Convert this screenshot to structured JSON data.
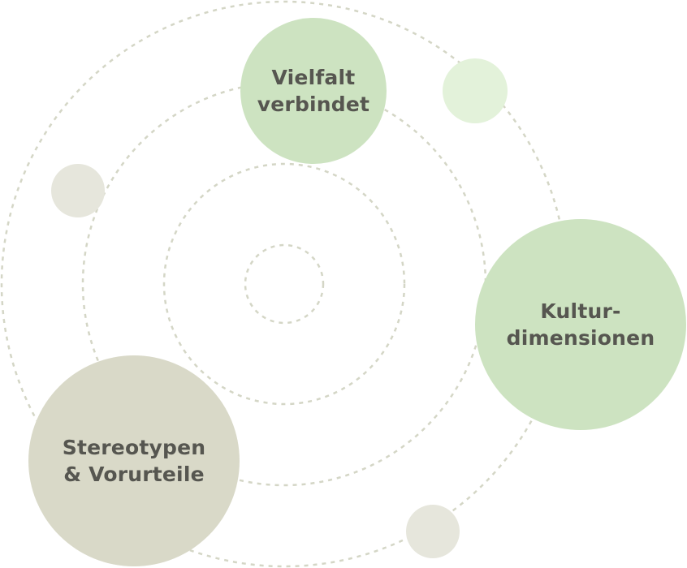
{
  "diagram": {
    "topics": [
      {
        "id": "vielfalt",
        "label": "Vielfalt\nverbindet",
        "color": "#cde3c1"
      },
      {
        "id": "kultur",
        "label": "Kultur-\ndimensionen",
        "color": "#cde3c1"
      },
      {
        "id": "stereotypen",
        "label": "Stereotypen\n& Vorurteile",
        "color": "#d9d9c8"
      }
    ],
    "decorations": {
      "light_green": "#e3f2da",
      "light_gray": "#e6e6dc",
      "orbit_color": "#d4d6c6"
    }
  }
}
